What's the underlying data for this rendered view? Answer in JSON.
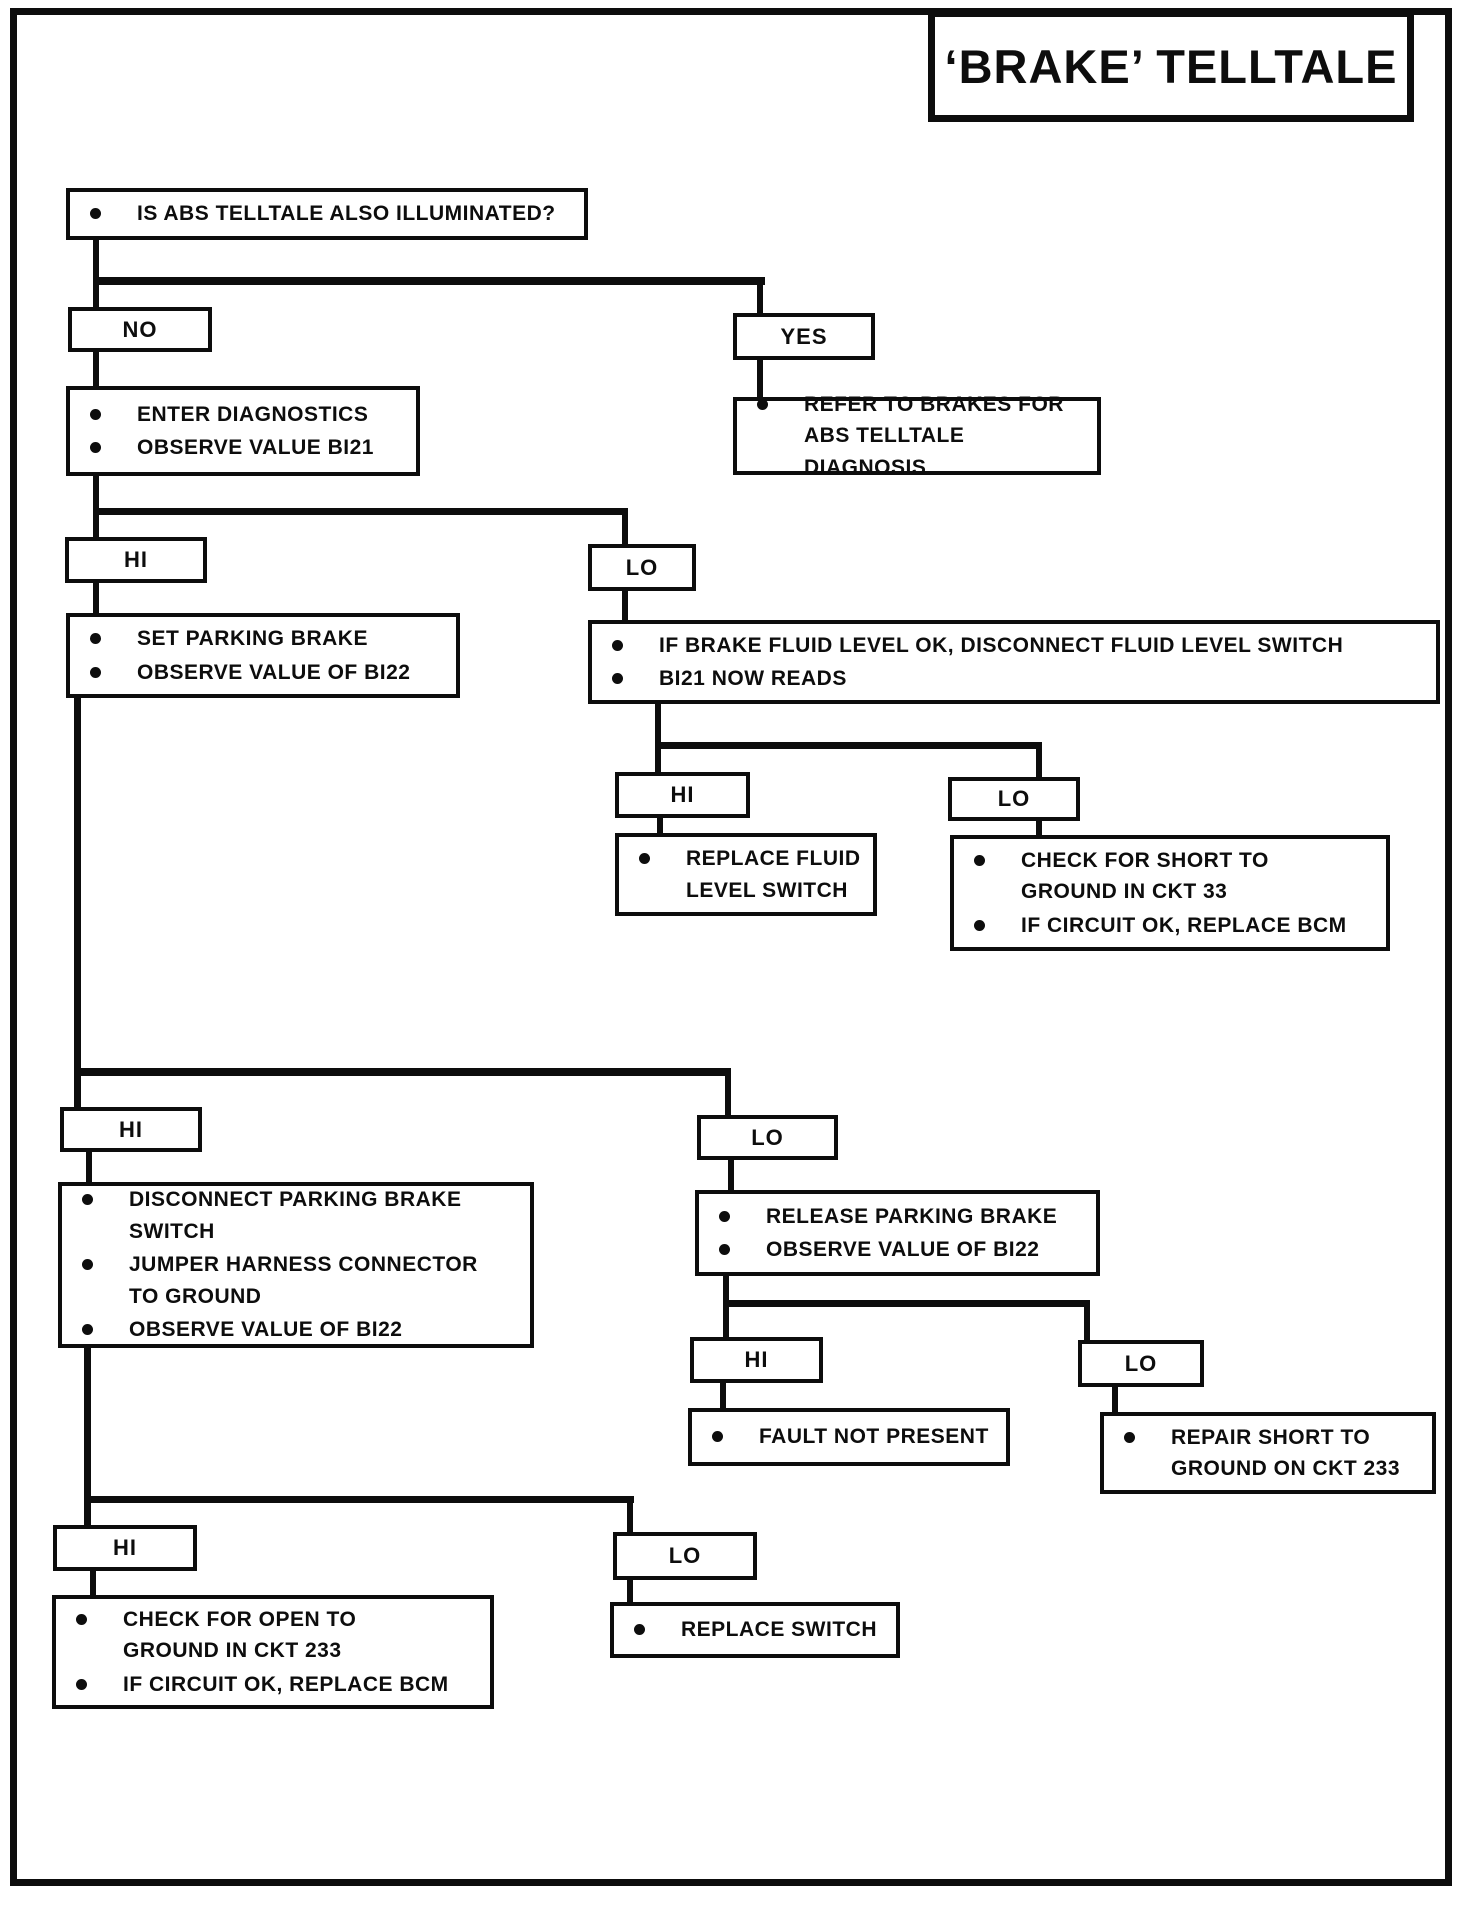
{
  "page_title": "‘BRAKE’ TELLTALE",
  "colors": {
    "ink": "#0d0d0d",
    "paper": "#ffffff"
  },
  "labels": {
    "no": "NO",
    "yes": "YES",
    "hi": "HI",
    "lo": "LO"
  },
  "nodes": {
    "question": {
      "items": [
        "IS ABS TELLTALE ALSO ILLUMINATED?"
      ]
    },
    "enter_diagnostics": {
      "items": [
        "ENTER DIAGNOSTICS",
        "OBSERVE VALUE BI21"
      ]
    },
    "refer_brakes": {
      "items": [
        "REFER TO BRAKES FOR\nABS TELLTALE DIAGNOSIS"
      ]
    },
    "set_parking_brake": {
      "items": [
        "SET PARKING BRAKE",
        "OBSERVE VALUE OF BI22"
      ]
    },
    "fluid_level": {
      "items": [
        "IF BRAKE FLUID LEVEL OK, DISCONNECT FLUID LEVEL SWITCH",
        "BI21 NOW READS"
      ]
    },
    "replace_fluid_switch": {
      "items": [
        "REPLACE FLUID\nLEVEL SWITCH"
      ]
    },
    "short_ckt33": {
      "items": [
        "CHECK FOR SHORT TO\nGROUND IN CKT 33",
        "IF CIRCUIT OK, REPLACE BCM"
      ]
    },
    "disconnect_parking": {
      "items": [
        "DISCONNECT PARKING BRAKE\nSWITCH",
        "JUMPER HARNESS CONNECTOR\nTO GROUND",
        "OBSERVE VALUE OF BI22"
      ]
    },
    "release_parking": {
      "items": [
        "RELEASE PARKING BRAKE",
        "OBSERVE VALUE OF BI22"
      ]
    },
    "fault_not_present": {
      "items": [
        "FAULT NOT PRESENT"
      ]
    },
    "repair_short_233": {
      "items": [
        "REPAIR SHORT TO\nGROUND ON CKT 233"
      ]
    },
    "open_ckt233": {
      "items": [
        "CHECK FOR OPEN TO\nGROUND IN CKT 233",
        "IF CIRCUIT OK, REPLACE BCM"
      ]
    },
    "replace_switch": {
      "items": [
        "REPLACE SWITCH"
      ]
    }
  }
}
